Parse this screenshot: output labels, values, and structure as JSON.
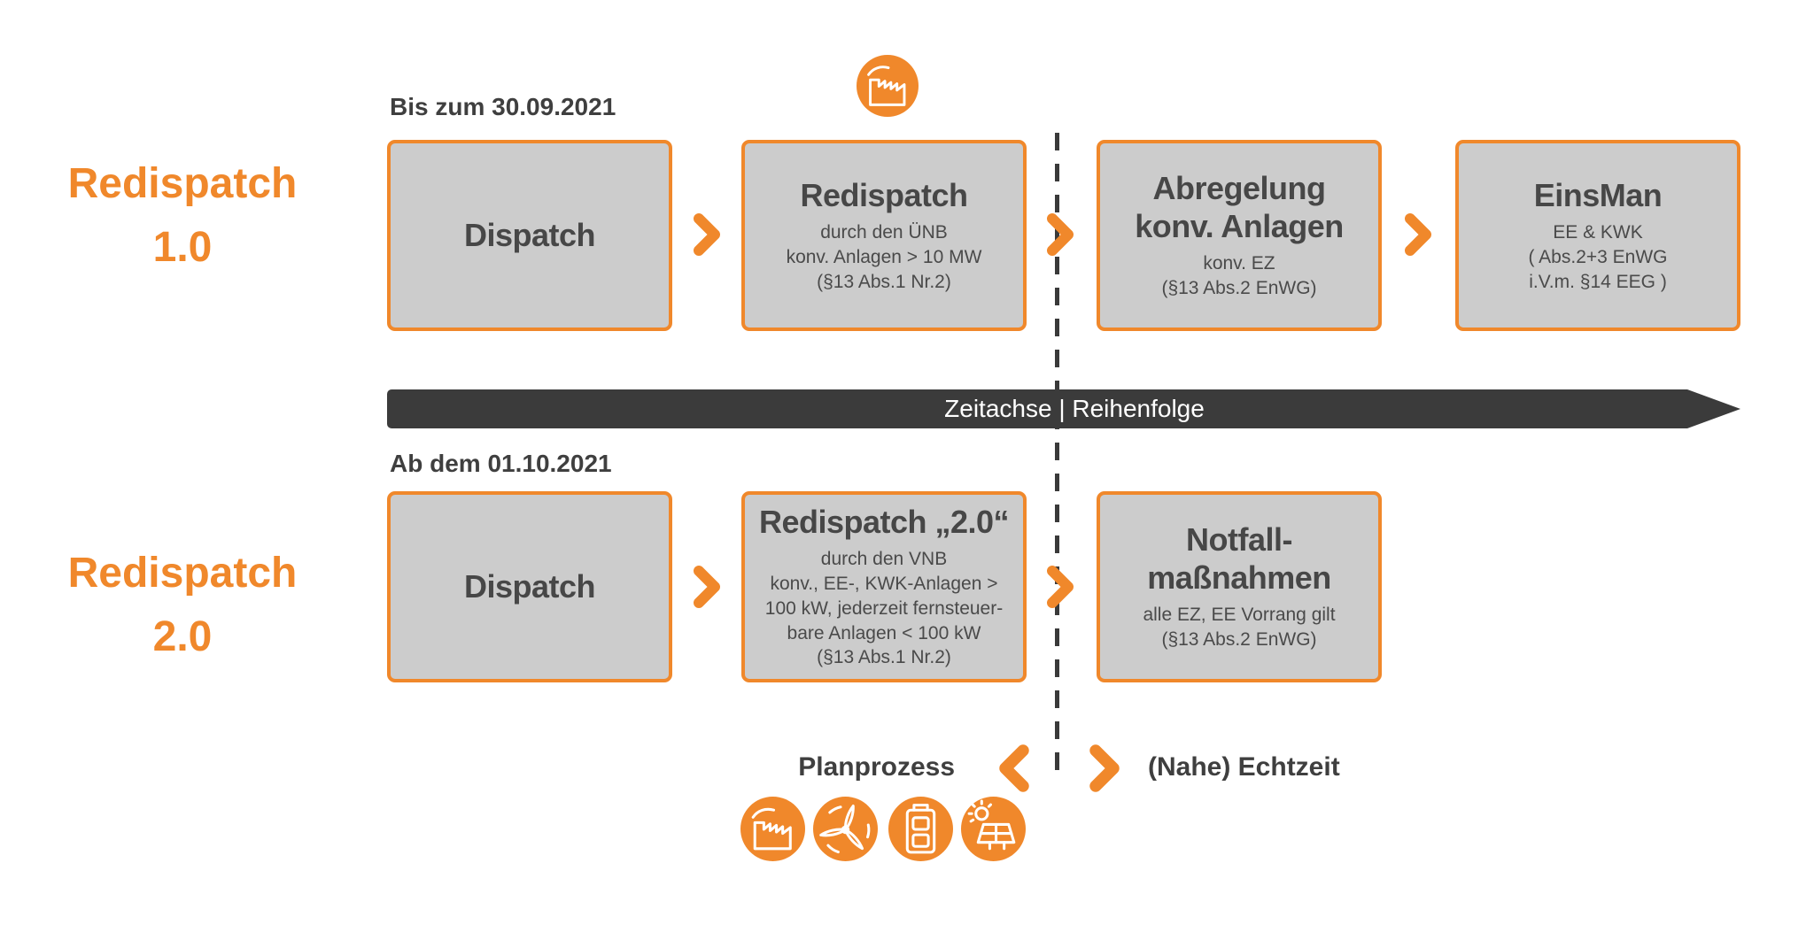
{
  "colors": {
    "orange": "#F0882B",
    "box_fill": "#CCCCCC",
    "box_text": "#474747",
    "dark_bar": "#3B3B3B",
    "dash_line": "#3A3A3A",
    "white": "#FFFFFF"
  },
  "rows": [
    {
      "label": "Redispatch\n1.0",
      "date_label": "Bis zum 30.09.2021",
      "boxes": [
        {
          "title": "Dispatch",
          "subtitle": ""
        },
        {
          "title": "Redispatch",
          "subtitle": "durch den ÜNB\nkonv. Anlagen > 10 MW\n(§13 Abs.1 Nr.2)"
        },
        {
          "title": "Abregelung\nkonv. Anlagen",
          "subtitle": "konv. EZ\n(§13 Abs.2 EnWG)"
        },
        {
          "title": "EinsMan",
          "subtitle": "EE & KWK\n( Abs.2+3 EnWG\ni.V.m. §14 EEG )"
        }
      ]
    },
    {
      "label": "Redispatch\n2.0",
      "date_label": "Ab dem 01.10.2021",
      "boxes": [
        {
          "title": "Dispatch",
          "subtitle": ""
        },
        {
          "title": "Redispatch „2.0“",
          "subtitle": "durch den VNB\nkonv., EE-, KWK-Anlagen >\n100 kW, jederzeit fernsteuer-\nbare Anlagen < 100 kW\n(§13 Abs.1 Nr.2)"
        },
        {
          "title": "Notfall-\nmaßnahmen",
          "subtitle": "alle EZ, EE Vorrang gilt\n(§13 Abs.2 EnWG)"
        }
      ]
    }
  ],
  "timeline": {
    "label": "Zeitachse | Reihenfolge"
  },
  "legend": {
    "left": "Planprozess",
    "right": "(Nahe) Echtzeit"
  },
  "icons": {
    "top": "factory-icon",
    "bottom": [
      "factory-icon",
      "wind-turbine-icon",
      "battery-icon",
      "solar-panel-icon"
    ]
  }
}
